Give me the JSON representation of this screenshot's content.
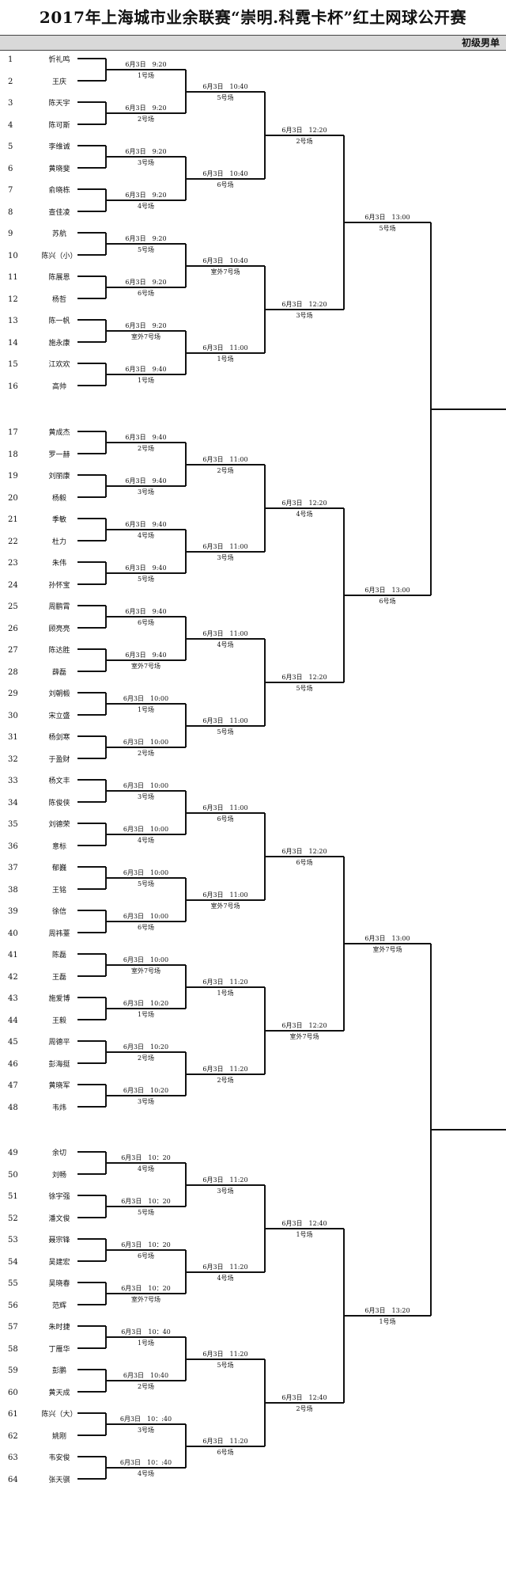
{
  "title": "2017年上海城市业余联赛“崇明.科霓卡杯”红土网球公开赛",
  "category": "初级男单",
  "players": [
    {
      "seed": "1",
      "name": "忻礼鸣"
    },
    {
      "seed": "2",
      "name": "王庆"
    },
    {
      "seed": "3",
      "name": "陈天宇"
    },
    {
      "seed": "4",
      "name": "陈可斯"
    },
    {
      "seed": "5",
      "name": "李维诚"
    },
    {
      "seed": "6",
      "name": "黄晓斐"
    },
    {
      "seed": "7",
      "name": "俞晓栋"
    },
    {
      "seed": "8",
      "name": "查佳凌"
    },
    {
      "seed": "9",
      "name": "苏航"
    },
    {
      "seed": "10",
      "name": "陈兴（小）"
    },
    {
      "seed": "11",
      "name": "陈展恩"
    },
    {
      "seed": "12",
      "name": "杨哲"
    },
    {
      "seed": "13",
      "name": "陈一帆"
    },
    {
      "seed": "14",
      "name": "施永康"
    },
    {
      "seed": "15",
      "name": "江欢欢"
    },
    {
      "seed": "16",
      "name": "高帅"
    },
    {
      "seed": "17",
      "name": "黄成杰"
    },
    {
      "seed": "18",
      "name": "罗一赫"
    },
    {
      "seed": "19",
      "name": "刘丽康"
    },
    {
      "seed": "20",
      "name": "杨毅"
    },
    {
      "seed": "21",
      "name": "季敏"
    },
    {
      "seed": "22",
      "name": "杜力"
    },
    {
      "seed": "23",
      "name": "朱伟"
    },
    {
      "seed": "24",
      "name": "孙怀宝"
    },
    {
      "seed": "25",
      "name": "周鹏霄"
    },
    {
      "seed": "26",
      "name": "顾亮亮"
    },
    {
      "seed": "27",
      "name": "陈达胜"
    },
    {
      "seed": "28",
      "name": "薛磊"
    },
    {
      "seed": "29",
      "name": "刘朝椴"
    },
    {
      "seed": "30",
      "name": "宋立盛"
    },
    {
      "seed": "31",
      "name": "杨剑寒"
    },
    {
      "seed": "32",
      "name": "于盈财"
    },
    {
      "seed": "33",
      "name": "杨文丰"
    },
    {
      "seed": "34",
      "name": "陈俊侠"
    },
    {
      "seed": "35",
      "name": "刘德荣"
    },
    {
      "seed": "36",
      "name": "意标"
    },
    {
      "seed": "37",
      "name": "郁巍"
    },
    {
      "seed": "38",
      "name": "王铭"
    },
    {
      "seed": "39",
      "name": "徐信"
    },
    {
      "seed": "40",
      "name": "周祎薹"
    },
    {
      "seed": "41",
      "name": "陈磊"
    },
    {
      "seed": "42",
      "name": "王磊"
    },
    {
      "seed": "43",
      "name": "施爱博"
    },
    {
      "seed": "44",
      "name": "王毅"
    },
    {
      "seed": "45",
      "name": "周德平"
    },
    {
      "seed": "46",
      "name": "彭海挺"
    },
    {
      "seed": "47",
      "name": "黄晓军"
    },
    {
      "seed": "48",
      "name": "韦炜"
    },
    {
      "seed": "49",
      "name": "余切"
    },
    {
      "seed": "50",
      "name": "刘畅"
    },
    {
      "seed": "51",
      "name": "徐宇强"
    },
    {
      "seed": "52",
      "name": "潘文俊"
    },
    {
      "seed": "53",
      "name": "聂宗锋"
    },
    {
      "seed": "54",
      "name": "吴建宏"
    },
    {
      "seed": "55",
      "name": "吴晓春"
    },
    {
      "seed": "56",
      "name": "范辉"
    },
    {
      "seed": "57",
      "name": "朱时捷"
    },
    {
      "seed": "58",
      "name": "丁雁华"
    },
    {
      "seed": "59",
      "name": "彭鹏"
    },
    {
      "seed": "60",
      "name": "黄天成"
    },
    {
      "seed": "61",
      "name": "陈兴（大）"
    },
    {
      "seed": "62",
      "name": "姚刚"
    },
    {
      "seed": "63",
      "name": "韦安俊"
    },
    {
      "seed": "64",
      "name": "张天骐"
    }
  ],
  "rounds": {
    "r1": [
      {
        "time": "6月3日　9:20",
        "court": "1号场"
      },
      {
        "time": "6月3日　9:20",
        "court": "2号场"
      },
      {
        "time": "6月3日　9:20",
        "court": "3号场"
      },
      {
        "time": "6月3日　9:20",
        "court": "4号场"
      },
      {
        "time": "6月3日　9:20",
        "court": "5号场"
      },
      {
        "time": "6月3日　9:20",
        "court": "6号场"
      },
      {
        "time": "6月3日　9:20",
        "court": "室外7号场"
      },
      {
        "time": "6月3日　9:40",
        "court": "1号场"
      },
      {
        "time": "6月3日　9:40",
        "court": "2号场"
      },
      {
        "time": "6月3日　9:40",
        "court": "3号场"
      },
      {
        "time": "6月3日　9:40",
        "court": "4号场"
      },
      {
        "time": "6月3日　9:40",
        "court": "5号场"
      },
      {
        "time": "6月3日　9:40",
        "court": "6号场"
      },
      {
        "time": "6月3日　9:40",
        "court": "室外7号场"
      },
      {
        "time": "6月3日　10:00",
        "court": "1号场"
      },
      {
        "time": "6月3日　10:00",
        "court": "2号场"
      },
      {
        "time": "6月3日　10:00",
        "court": "3号场"
      },
      {
        "time": "6月3日　10:00",
        "court": "4号场"
      },
      {
        "time": "6月3日　10:00",
        "court": "5号场"
      },
      {
        "time": "6月3日　10:00",
        "court": "6号场"
      },
      {
        "time": "6月3日　10:00",
        "court": "室外7号场"
      },
      {
        "time": "6月3日　10:20",
        "court": "1号场"
      },
      {
        "time": "6月3日　10:20",
        "court": "2号场"
      },
      {
        "time": "6月3日　10:20",
        "court": "3号场"
      },
      {
        "time": "6月3日　10：20",
        "court": "4号场"
      },
      {
        "time": "6月3日　10：20",
        "court": "5号场"
      },
      {
        "time": "6月3日　10：20",
        "court": "6号场"
      },
      {
        "time": "6月3日　10：20",
        "court": "室外7号场"
      },
      {
        "time": "6月3日　10：40",
        "court": "1号场"
      },
      {
        "time": "6月3日　10:40",
        "court": "2号场"
      },
      {
        "time": "6月3日　10：:40",
        "court": "3号场"
      },
      {
        "time": "6月3日　10：:40",
        "court": "4号场"
      }
    ],
    "r2": [
      {
        "time": "6月3日　10:40",
        "court": "5号场"
      },
      {
        "time": "6月3日　10:40",
        "court": "6号场"
      },
      {
        "time": "6月3日　10:40",
        "court": "室外7号场"
      },
      {
        "time": "6月3日　11:00",
        "court": "1号场"
      },
      {
        "time": "6月3日　11:00",
        "court": "2号场"
      },
      {
        "time": "6月3日　11:00",
        "court": "3号场"
      },
      {
        "time": "6月3日　11:00",
        "court": "4号场"
      },
      {
        "time": "6月3日　11:00",
        "court": "5号场"
      },
      {
        "time": "6月3日　11:00",
        "court": "6号场"
      },
      {
        "time": "6月3日　11:00",
        "court": "室外7号场"
      },
      {
        "time": "6月3日　11:20",
        "court": "1号场"
      },
      {
        "time": "6月3日　11:20",
        "court": "2号场"
      },
      {
        "time": "6月3日　11:20",
        "court": "3号场"
      },
      {
        "time": "6月3日　11:20",
        "court": "4号场"
      },
      {
        "time": "6月3日　11:20",
        "court": "5号场"
      },
      {
        "time": "6月3日　11:20",
        "court": "6号场"
      }
    ],
    "r3": [
      {
        "time": "6月3日　12:20",
        "court": "2号场"
      },
      {
        "time": "6月3日　12:20",
        "court": "3号场"
      },
      {
        "time": "6月3日　12:20",
        "court": "4号场"
      },
      {
        "time": "6月3日　12:20",
        "court": "5号场"
      },
      {
        "time": "6月3日　12:20",
        "court": "6号场"
      },
      {
        "time": "6月3日　12:20",
        "court": "室外7号场"
      },
      {
        "time": "6月3日　12:40",
        "court": "1号场"
      },
      {
        "time": "6月3日　12:40",
        "court": "2号场"
      }
    ],
    "r4": [
      {
        "time": "6月3日　13:00",
        "court": "5号场"
      },
      {
        "time": "6月3日　13:00",
        "court": "6号场"
      },
      {
        "time": "6月3日　13:00",
        "court": "室外7号场"
      },
      {
        "time": "6月3日　13:20",
        "court": "1号场"
      }
    ]
  },
  "colors": {
    "line": "#111111",
    "header_band": "#d9d9d9",
    "text": "#111111"
  }
}
